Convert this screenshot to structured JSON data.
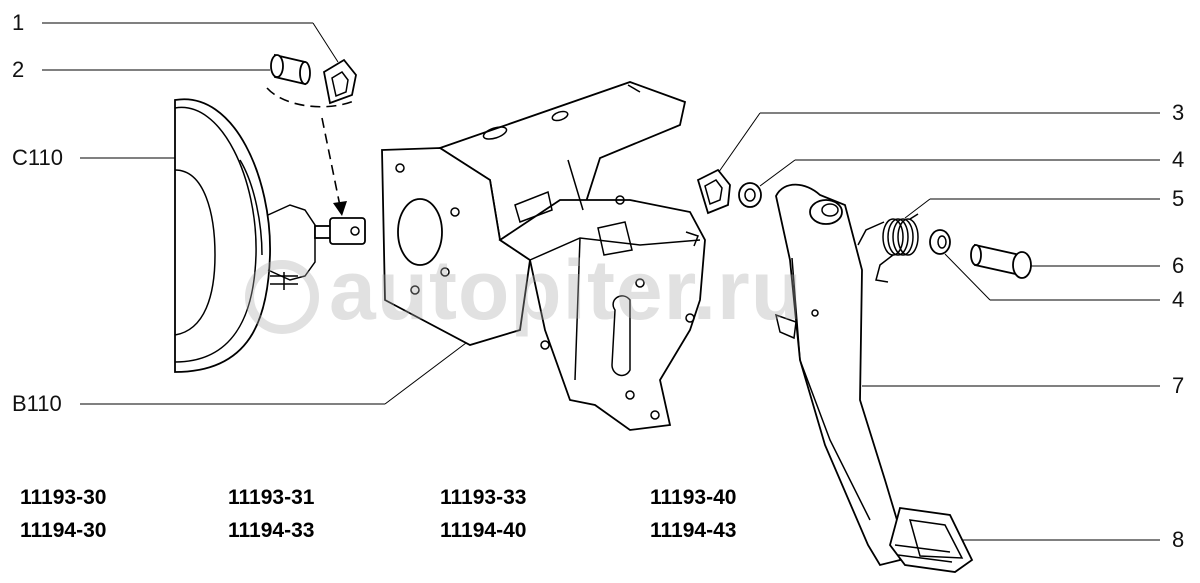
{
  "watermark": "autopiter.ru",
  "callouts_left": [
    {
      "id": "1",
      "label": "1"
    },
    {
      "id": "2",
      "label": "2"
    },
    {
      "id": "c110",
      "label": "C110"
    },
    {
      "id": "b110",
      "label": "B110"
    }
  ],
  "callouts_right": [
    {
      "id": "3",
      "label": "3"
    },
    {
      "id": "4a",
      "label": "4"
    },
    {
      "id": "5",
      "label": "5"
    },
    {
      "id": "6",
      "label": "6"
    },
    {
      "id": "4b",
      "label": "4"
    },
    {
      "id": "7",
      "label": "7"
    },
    {
      "id": "8",
      "label": "8"
    }
  ],
  "models": {
    "row1": [
      "11193-30",
      "11193-31",
      "11193-33",
      "11193-40"
    ],
    "row2": [
      "11194-30",
      "11194-33",
      "11194-40",
      "11194-43"
    ]
  }
}
